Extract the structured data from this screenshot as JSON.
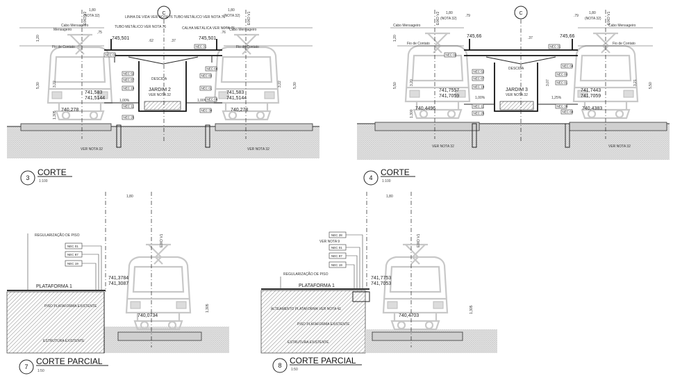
{
  "panels": {
    "corte3": {
      "number": "3",
      "title": "CORTE",
      "scale": "1:100",
      "axis_c": "C",
      "eixo_v1": "EIXO V1",
      "eixo_v2": "EIXO V2",
      "dim_top_left": "1,80",
      "nota32_left": "(NOTA 32)",
      "dim_top_right": "1,80",
      "nota32_right": "(NOTA 32)",
      "dim_075": ",75",
      "dim_076": ".76",
      "cabo_left": "Cabo Mensageiro",
      "cabo_right": "Cabo Mensageiro",
      "fio_left": "Fio de Contato",
      "fio_right": "Fio de Contato",
      "linha_vida": "LINHA DE VIDA VER NOTA 76",
      "tubo_metalico": "TUBO METÁLICO VER NOTA 76",
      "calha_metalica": "CALHA METÁLICA VER NOTA 76",
      "tubo_metalico_r": "TUBO METÁLICO VER NOTA 76",
      "elev_top_left": "745,501",
      "elev_top_right": "745,501",
      "elev_mid_left_1": "741,583",
      "elev_mid_left_2": "741,5144",
      "elev_mid_right_1": "741,583",
      "elev_mid_right_2": "741,5144",
      "elev_low_left": "740,278",
      "elev_low_right": "740,278",
      "slope_left": "1,00%",
      "slope_right": "1,00%",
      "jardim": "JARDIM 2",
      "ver_nota": "VER NOTA 32",
      "descida": "DESCIDA",
      "dim_120": "1,20",
      "dim_322": "3,22",
      "dim_530": "5,30",
      "dim_1305": "1,305",
      "dim_322r": "3,22",
      "dim_530r": "5,30",
      "dim_37": ".37",
      "dim_62": ".62",
      "ver_nota_bottom": "VER NOTA 32"
    },
    "corte4": {
      "number": "4",
      "title": "CORTE",
      "scale": "1:100",
      "axis_c": "C",
      "eixo_v1": "EIXO V1",
      "eixo_v2": "EIXO V2",
      "dim_top_left": "1,80",
      "nota32_left": "(NOTA 32)",
      "dim_top_right": "1,80",
      "nota32_right": "(NOTA 32)",
      "dim_079": ".79",
      "dim_079r": ".79",
      "cabo_left": "Cabo Mensageiro",
      "cabo_right": "Cabo Mensageiro",
      "fio_left": "Fio de Contato",
      "fio_right": "Fio de Contato",
      "elev_top_left": "745,66",
      "elev_top_right": "745,66",
      "elev_mid_left_1": "741,7557",
      "elev_mid_left_2": "741,7059",
      "elev_mid_right_1": "741,7443",
      "elev_mid_right_2": "741,7059",
      "elev_low_left": "740,4496",
      "elev_low_right": "740,4383",
      "slope_left": "1,00%",
      "slope_right": "1,25%",
      "jardim": "JARDIM 3",
      "ver_nota": "VER NOTA 32",
      "descida": "DESCIDA",
      "dim_120": "1,20",
      "dim_320": "3,20",
      "dim_550": "5,50",
      "dim_1300": "1,300",
      "dim_321": "3,21",
      "dim_550r": "5,50",
      "dim_37": ".37",
      "dim_307": "3,07",
      "ver_nota_bottom": "VER NOTA 32"
    },
    "corte7": {
      "number": "7",
      "title": "CORTE PARCIAL",
      "scale": "1:50",
      "dim_top": "1,80",
      "eixo_v1": "EIXO V1",
      "regularizacao": "REGULARIZAÇÃO DE PISO",
      "tag1": "NEC 01",
      "tag2": "NEC 87",
      "tag3": "NEC 19",
      "plataforma": "PLATAFORMA 1",
      "elev_1": "741,3784",
      "elev_2": "741,3087",
      "elev_3": "740,0734",
      "piso": "PISO PLATAFORMA EXISTENTE",
      "estrutura": "ESTRUTURA EXISTENTE",
      "dim_1305": "1,305"
    },
    "corte8": {
      "number": "8",
      "title": "CORTE PARCIAL",
      "scale": "1:50",
      "dim_top": "1,80",
      "eixo_v1": "EIXO V1",
      "tag0": "NEC 28",
      "tag0_note": "VER NOTA 9",
      "tag1": "NEC 01",
      "tag2": "NEC 87",
      "tag3": "NEC 19",
      "regularizacao": "REGULARIZAÇÃO DE PISO",
      "plataforma": "PLATAFORMA 1",
      "elev_1": "741,7753",
      "elev_2": "741,7053",
      "elev_3": "740,4703",
      "alteamento": "ALTEAMENTO PLATAFORMA VER NOTA 41",
      "piso": "PISO PLATAFORMA EXISTENTE",
      "estrutura": "ESTRUTURA EXISTENTE",
      "dim_1305": "1,305"
    }
  },
  "colors": {
    "line": "#222222",
    "train": "#c8c8c8",
    "ground": "#d7d7d7"
  },
  "small_tags": [
    "NEC 02",
    "NEC 52",
    "NEC 87",
    "NEC 19",
    "NEC 11",
    "NEC 25",
    "NEC 31",
    "NEC 83",
    "NEC 01",
    "NEC 39",
    "NEC 68",
    "NEC 60"
  ]
}
